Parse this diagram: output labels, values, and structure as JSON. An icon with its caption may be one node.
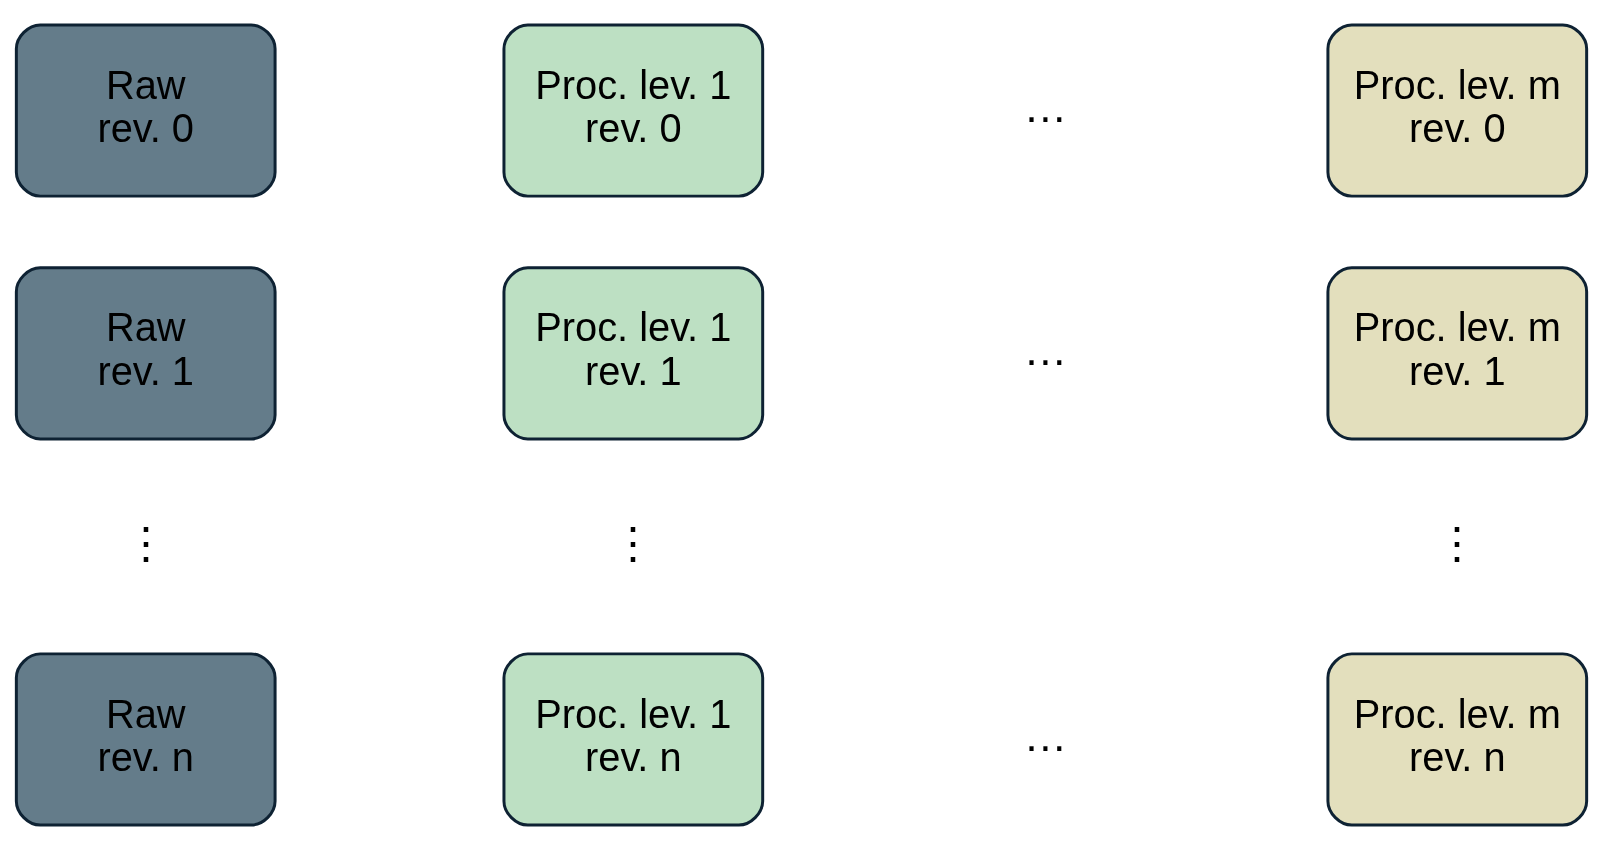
{
  "diagram": {
    "nodes": [
      {
        "text": [
          "Raw",
          "rev. 0"
        ]
      },
      {
        "text": [
          "Proc. lev. 1",
          "rev. 0"
        ]
      },
      {
        "text": [
          "Proc. lev. m",
          "rev. 0"
        ]
      },
      {
        "text": [
          "Raw",
          "rev. 1"
        ]
      },
      {
        "text": [
          "Proc. lev. 1",
          "rev. 1"
        ]
      },
      {
        "text": [
          "Proc. lev. m",
          "rev. 1"
        ]
      },
      {
        "text": [
          "Raw",
          "rev. n"
        ]
      },
      {
        "text": [
          "Proc. lev. 1",
          "rev. n"
        ]
      },
      {
        "text": [
          "Proc. lev. m",
          "rev. n"
        ]
      }
    ],
    "edges": [],
    "labels": [
      "…",
      "…",
      "⋮",
      "⋮",
      "⋮",
      "…"
    ]
  }
}
